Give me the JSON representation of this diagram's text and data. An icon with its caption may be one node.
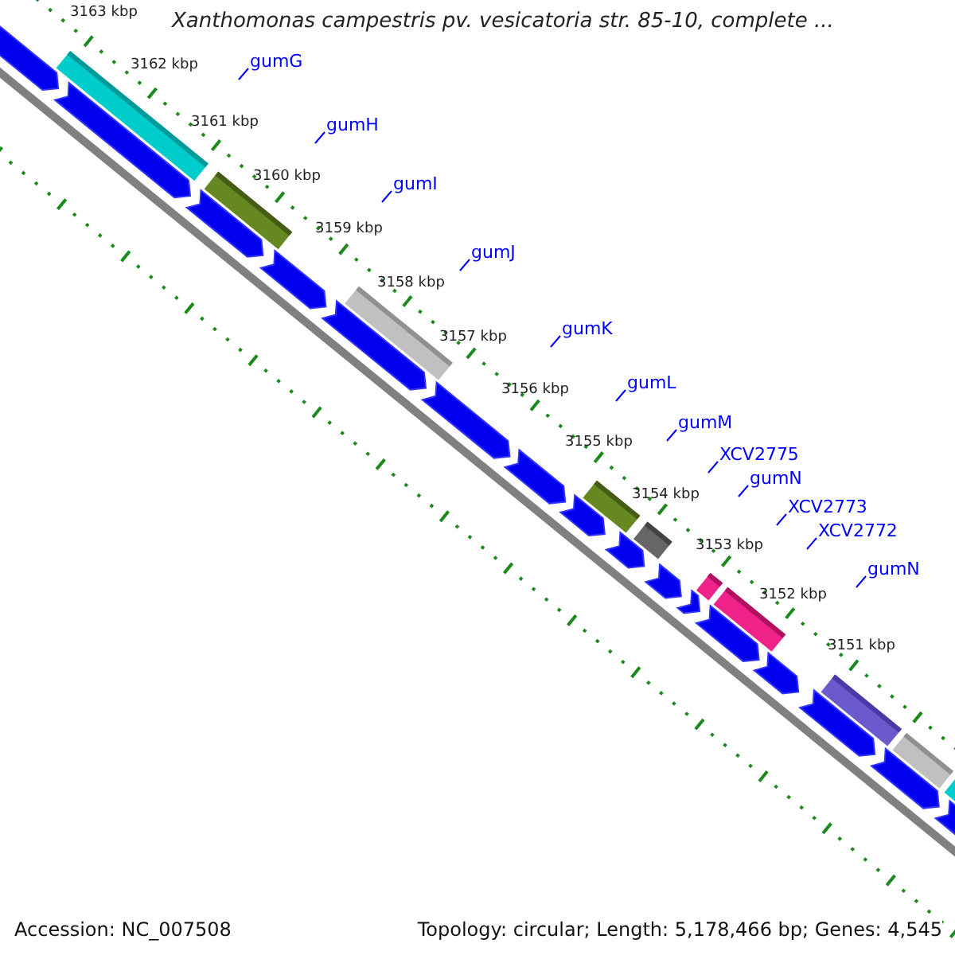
{
  "diagram": {
    "title": "Xanthomonas campestris pv. vesicatoria str. 85-10, complete ...",
    "nodes": [
      {
        "text": [
          "gumG"
        ]
      },
      {
        "text": [
          "gumH"
        ]
      },
      {
        "text": [
          "gumI"
        ]
      },
      {
        "text": [
          "gumJ"
        ]
      },
      {
        "text": [
          "gumK"
        ]
      },
      {
        "text": [
          "gumL"
        ]
      },
      {
        "text": [
          "gumM"
        ]
      },
      {
        "text": [
          "XCV2775"
        ]
      },
      {
        "text": [
          "gumN"
        ]
      },
      {
        "text": [
          "XCV2773"
        ]
      },
      {
        "text": [
          "XCV2772"
        ]
      },
      {
        "text": [
          "gumN"
        ]
      }
    ],
    "edges": [
      {
        "from": 0,
        "to": null,
        "arrow": "none"
      },
      {
        "from": 1,
        "to": null,
        "arrow": "none"
      },
      {
        "from": 2,
        "to": null,
        "arrow": "none"
      },
      {
        "from": 3,
        "to": null,
        "arrow": "none"
      },
      {
        "from": 4,
        "to": null,
        "arrow": "none"
      },
      {
        "from": 5,
        "to": null,
        "arrow": "none"
      },
      {
        "from": 6,
        "to": null,
        "arrow": "none"
      },
      {
        "from": 7,
        "to": null,
        "arrow": "none"
      },
      {
        "from": 8,
        "to": null,
        "arrow": "none"
      },
      {
        "from": 9,
        "to": null,
        "arrow": "none"
      },
      {
        "from": 10,
        "to": null,
        "arrow": "none"
      },
      {
        "from": 11,
        "to": null,
        "arrow": "none"
      }
    ],
    "labels": [
      "3163 kbp",
      "3162 kbp",
      "3161 kbp",
      "3160 kbp",
      "3159 kbp",
      "3158 kbp",
      "3157 kbp",
      "3156 kbp",
      "3155 kbp",
      "3154 kbp",
      "3153 kbp",
      "3152 kbp",
      "3151 kbp",
      "Accession: NC_007508",
      "Topology: circular; Length: 5,178,466 bp; Genes: 4,545"
    ]
  }
}
